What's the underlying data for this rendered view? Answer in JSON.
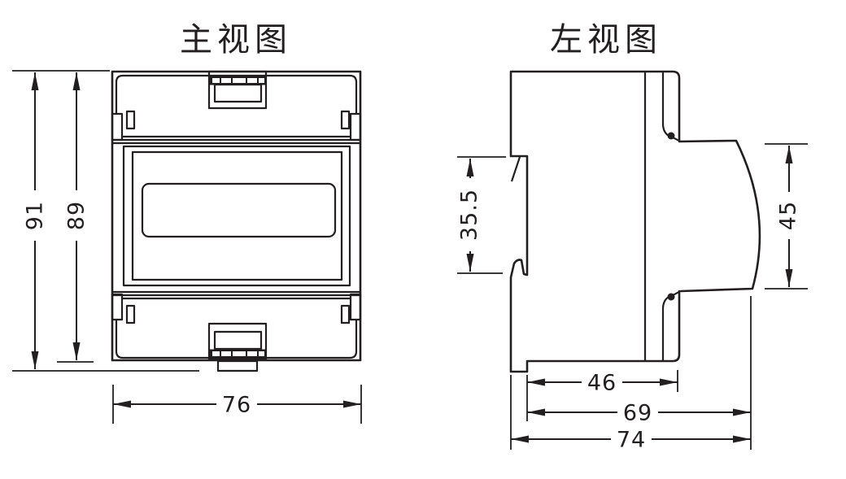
{
  "drawing": {
    "front_view": {
      "title": "主视图",
      "dims": {
        "overall_height": "91",
        "body_height": "89",
        "width": "76"
      }
    },
    "left_view": {
      "title": "左视图",
      "dims": {
        "rail_notch_height": "35.5",
        "front_face_height": "45",
        "cover_depth": "46",
        "body_depth": "69",
        "overall_depth": "74"
      }
    },
    "colors": {
      "line": "#231f20",
      "background": "#ffffff"
    }
  }
}
